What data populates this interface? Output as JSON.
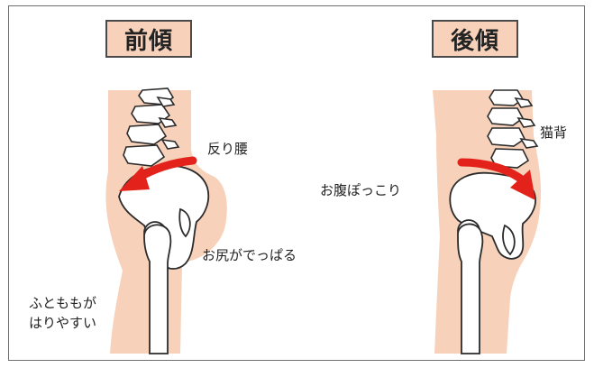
{
  "panels": {
    "left": {
      "title": "前傾",
      "labels": {
        "arched_back": "反り腰",
        "buttocks": "お尻がでっぱる",
        "thigh_line1": "ふとももが",
        "thigh_line2": "はりやすい"
      }
    },
    "right": {
      "title": "後傾",
      "labels": {
        "hunched_back": "猫背",
        "belly": "お腹ぽっこり"
      }
    }
  },
  "colors": {
    "skin": "#f7d1b9",
    "arrow": "#e3231b",
    "bone_fill": "#ffffff",
    "outline": "#2b2b2b"
  }
}
